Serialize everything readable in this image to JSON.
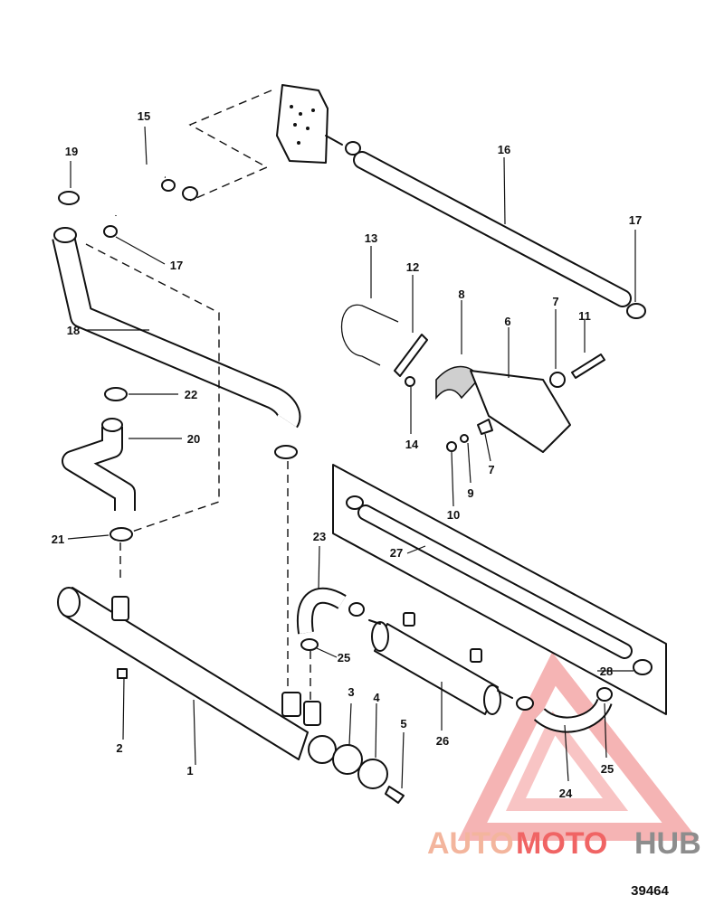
{
  "figure_number": "39464",
  "watermark": {
    "part1": "AUTO",
    "part2": "MOTO",
    "part3": "HUB",
    "color_primary": "#f2a98d",
    "color_secondary": "#ee4a4a",
    "color_tertiary": "#7a7a7a"
  },
  "parts": [
    {
      "id": "p1",
      "label": "1"
    },
    {
      "id": "p2",
      "label": "2"
    },
    {
      "id": "p3",
      "label": "3"
    },
    {
      "id": "p4",
      "label": "4"
    },
    {
      "id": "p5",
      "label": "5"
    },
    {
      "id": "p6",
      "label": "6"
    },
    {
      "id": "p7a",
      "label": "7"
    },
    {
      "id": "p7b",
      "label": "7"
    },
    {
      "id": "p8",
      "label": "8"
    },
    {
      "id": "p9",
      "label": "9"
    },
    {
      "id": "p10",
      "label": "10"
    },
    {
      "id": "p11",
      "label": "11"
    },
    {
      "id": "p12",
      "label": "12"
    },
    {
      "id": "p13",
      "label": "13"
    },
    {
      "id": "p14",
      "label": "14"
    },
    {
      "id": "p15",
      "label": "15"
    },
    {
      "id": "p16",
      "label": "16"
    },
    {
      "id": "p17a",
      "label": "17"
    },
    {
      "id": "p17b",
      "label": "17"
    },
    {
      "id": "p18",
      "label": "18"
    },
    {
      "id": "p19",
      "label": "19"
    },
    {
      "id": "p20",
      "label": "20"
    },
    {
      "id": "p21",
      "label": "21"
    },
    {
      "id": "p22",
      "label": "22"
    },
    {
      "id": "p23",
      "label": "23"
    },
    {
      "id": "p24",
      "label": "24"
    },
    {
      "id": "p25a",
      "label": "25"
    },
    {
      "id": "p25b",
      "label": "25"
    },
    {
      "id": "p26",
      "label": "26"
    },
    {
      "id": "p27",
      "label": "27"
    },
    {
      "id": "p28",
      "label": "28"
    }
  ]
}
